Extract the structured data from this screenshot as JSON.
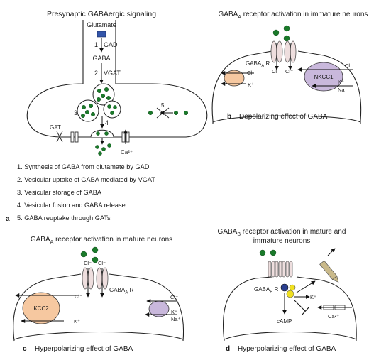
{
  "panels": {
    "a": {
      "letter": "a",
      "title": "Presynaptic GABAergic signaling",
      "glutamate": "Glutamate",
      "gad": "GAD",
      "gaba": "GABA",
      "vgat": "VGAT",
      "step1": "1",
      "step2": "2",
      "step3": "3",
      "step4": "4",
      "step5": "5",
      "gat": "GAT",
      "ca": "Ca²⁺",
      "legend": [
        "1. Synthesis of GABA from glutamate by GAD",
        "2. Vesicular uptake of GABA mediated by VGAT",
        "3. Vesicular storage of GABA",
        "4. Vesicular fusion and GABA release",
        "5. GABA reuptake through GATs"
      ]
    },
    "b": {
      "letter": "b",
      "title_main": "GABA",
      "title_sub": "A",
      "title_rest": " receptor activation in immature neurons",
      "receptor_main": "GABA",
      "receptor_sub": "A",
      "receptor_rest": " R",
      "cl_in": "Cl⁻",
      "cl_ch1": "Cl–",
      "cl_ch2": "Cl⁻",
      "cl_out": "Cl⁻",
      "k_left": "K⁺",
      "k_right": "K⁺",
      "na": "Na⁺",
      "nkcc1": "NKCC1",
      "caption": "Depolarizing effect of GABA"
    },
    "c": {
      "letter": "c",
      "title_main": "GABA",
      "title_sub": "A",
      "title_rest": " receptor activation in mature neurons",
      "cl_top1": "Cl⁻",
      "cl_top2": "Cl⁻",
      "receptor_main": "GABA",
      "receptor_sub": "A",
      "receptor_rest": " R",
      "cl_kcc": "Cl⁻",
      "k_kcc": "K⁺",
      "kcc2": "KCC2",
      "cl_right": "Cl⁻",
      "k_right": "K⁺",
      "na_right": "Na⁺",
      "caption": "Hyperpolarizing effect of GABA"
    },
    "d": {
      "letter": "d",
      "title_line1_main": "GABA",
      "title_line1_sub": "B",
      "title_line1_rest": " receptor activation in mature and",
      "title_line2": "immature neurons",
      "receptor_main": "GABA",
      "receptor_sub": "B",
      "receptor_rest": " R",
      "camp": "cAMP",
      "k": "K⁺",
      "ca": "Ca²⁺",
      "caption": "Hyperpolarizing effect of GABA"
    }
  },
  "colors": {
    "gaba_dot": "#1a7a2a",
    "glutamate_box": "#3355aa",
    "kcc_orange": "#f6c8a0",
    "nkcc_purple": "#c9b8dc",
    "gprotein_yellow": "#f0e020",
    "gprotein_blue": "#2a3f8f",
    "receptor_pink": "#eedede",
    "pen_tan": "#c9b98a"
  }
}
